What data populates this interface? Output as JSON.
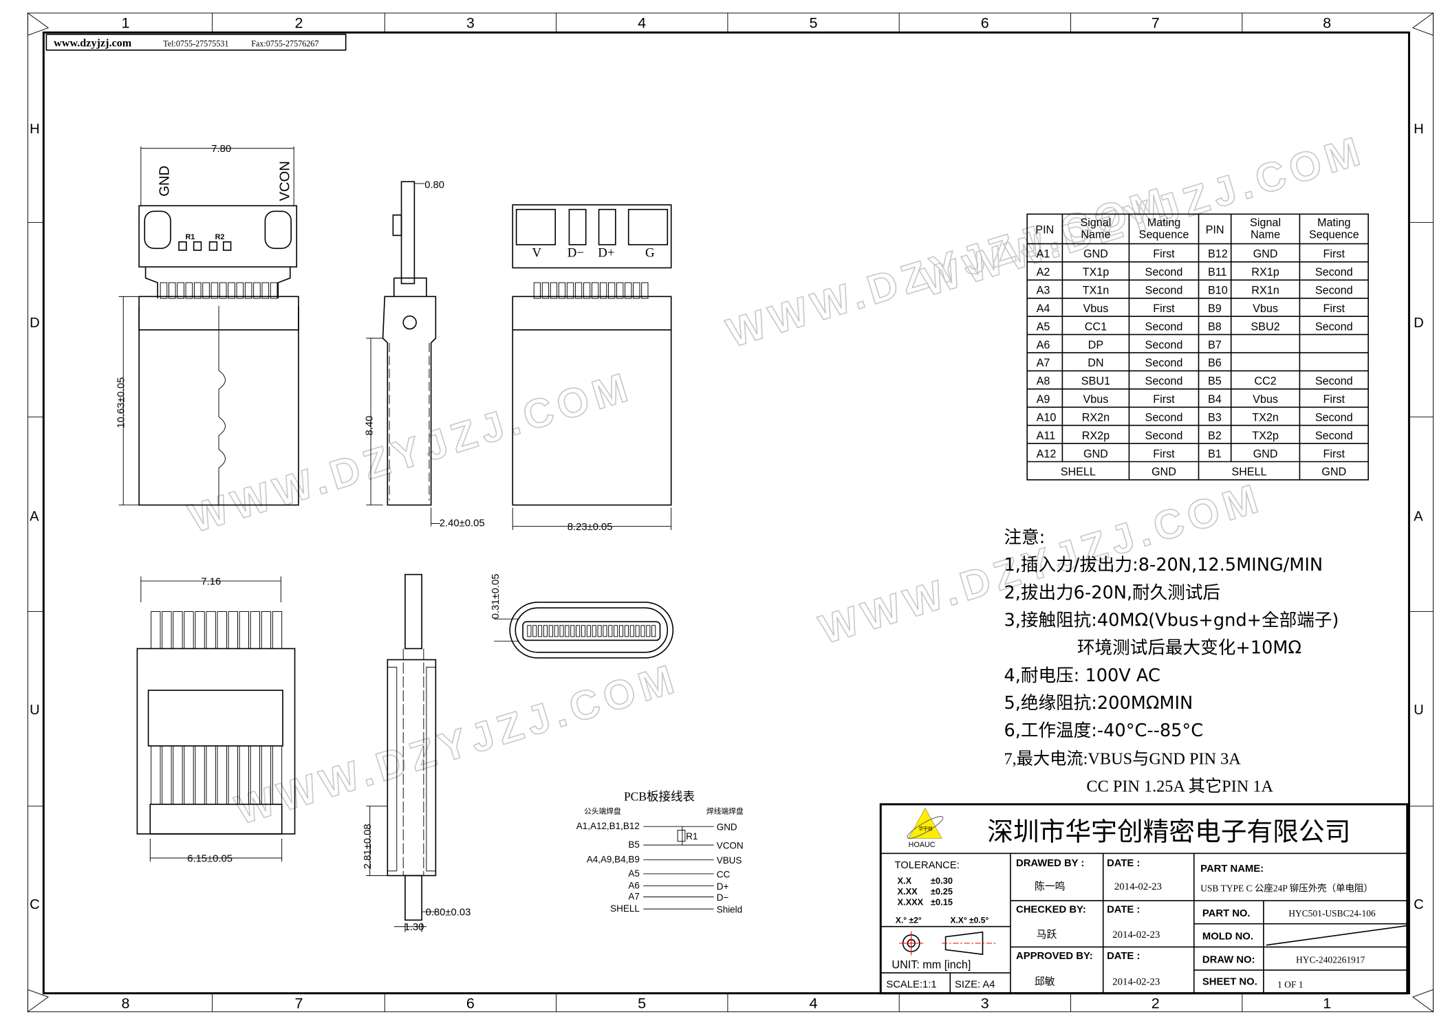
{
  "header": {
    "website": "www.dzyjzj.com",
    "tel": "Tel:0755-27575531",
    "fax": "Fax:0755-27576267"
  },
  "zones": {
    "top_columns": [
      "1",
      "2",
      "3",
      "4",
      "5",
      "6",
      "7",
      "8"
    ],
    "bottom_columns": [
      "8",
      "7",
      "6",
      "5",
      "4",
      "3",
      "2",
      "1"
    ],
    "rows": [
      "H",
      "D",
      "A",
      "U",
      "C"
    ]
  },
  "watermark": "WWW.DZYJZJ.COM",
  "views": {
    "top": {
      "width_dim": "7.80",
      "gnd": "GND",
      "vcon": "VCON",
      "r1": "R1",
      "r2": "R2",
      "height_dim": "10.63±0.05"
    },
    "side": {
      "thickness_dim": "0.80",
      "length_dim": "8.40",
      "width_dim": "2.40±0.05"
    },
    "front": {
      "pad_v": "V",
      "pad_dm": "D−",
      "pad_dp": "D+",
      "pad_g": "G",
      "width_dim": "8.23±0.05"
    },
    "bottom": {
      "width_dim": "7.16",
      "inner_dim": "6.15±0.05"
    },
    "section": {
      "height_dim": "2.81±0.08",
      "pin_dim": "0.80±0.03",
      "offset_dim": "1.30"
    },
    "receptacle": {
      "gap_dim": "0.31±0.05"
    }
  },
  "pin_table": {
    "headers": [
      "PIN",
      "Signal Name",
      "Mating Sequence",
      "PIN",
      "Signal Name",
      "Mating Sequence"
    ],
    "rows": [
      [
        "A1",
        "GND",
        "First",
        "B12",
        "GND",
        "First"
      ],
      [
        "A2",
        "TX1p",
        "Second",
        "B11",
        "RX1p",
        "Second"
      ],
      [
        "A3",
        "TX1n",
        "Second",
        "B10",
        "RX1n",
        "Second"
      ],
      [
        "A4",
        "Vbus",
        "First",
        "B9",
        "Vbus",
        "First"
      ],
      [
        "A5",
        "CC1",
        "Second",
        "B8",
        "SBU2",
        "Second"
      ],
      [
        "A6",
        "DP",
        "Second",
        "B7",
        "",
        ""
      ],
      [
        "A7",
        "DN",
        "Second",
        "B6",
        "",
        ""
      ],
      [
        "A8",
        "SBU1",
        "Second",
        "B5",
        "CC2",
        "Second"
      ],
      [
        "A9",
        "Vbus",
        "First",
        "B4",
        "Vbus",
        "First"
      ],
      [
        "A10",
        "RX2n",
        "Second",
        "B3",
        "TX2n",
        "Second"
      ],
      [
        "A11",
        "RX2p",
        "Second",
        "B2",
        "TX2p",
        "Second"
      ],
      [
        "A12",
        "GND",
        "First",
        "B1",
        "GND",
        "First"
      ]
    ],
    "shell_row": [
      "SHELL",
      "GND",
      "SHELL",
      "GND"
    ]
  },
  "notes": {
    "title": "注意:",
    "lines": [
      "1,插入力/拔出力:8-20N,12.5MING/MIN",
      "2,拔出力6-20N,耐久测试后",
      "3,接触阻抗:40MΩ(Vbus+gnd+全部端子)",
      "环境测试后最大变化+10MΩ",
      "4,耐电压:  100V  AC",
      "5,绝缘阻抗:200MΩMIN",
      "6,工作温度:-40°C--85°C",
      "7,最大电流:VBUS与GND PIN 3A",
      "CC PIN 1.25A 其它PIN 1A"
    ]
  },
  "pcb_wiring": {
    "title": "PCB板接线表",
    "left_header": "公头端焊盘",
    "right_header": "焊线端焊盘",
    "resistor": "R1",
    "rows": [
      {
        "from": "A1,A12,B1,B12",
        "to": "GND"
      },
      {
        "from": "B5",
        "to": "VCON"
      },
      {
        "from": "A4,A9,B4,B9",
        "to": "VBUS"
      },
      {
        "from": "A5",
        "to": "CC"
      },
      {
        "from": "A6",
        "to": "D+"
      },
      {
        "from": "A7",
        "to": "D−"
      },
      {
        "from": "SHELL",
        "to": "Shield"
      }
    ]
  },
  "title_block": {
    "company": "深圳市华宇创精密电子有限公司",
    "logo_text": "华宇创",
    "logo_brand": "HOAUC",
    "logo_color": "#ffee00",
    "tolerance_label": "TOLERANCE:",
    "tolerances": [
      [
        "X.X",
        "±0.30"
      ],
      [
        "X.XX",
        "±0.25"
      ],
      [
        "X.XXX",
        "±0.15"
      ]
    ],
    "angle_tol_1": "X.° ±2°",
    "angle_tol_2": "X.X° ±0.5°",
    "unit": "UNIT:  mm  [inch]",
    "scale": "SCALE:1:1",
    "size": "SIZE:  A4",
    "drawed_by_label": "DRAWED  BY :",
    "drawed_by": "陈一鸣",
    "checked_by_label": "CHECKED  BY:",
    "checked_by": "马跃",
    "approved_by_label": "APPROVED  BY:",
    "approved_by": "邱敏",
    "date_label": "DATE  :",
    "date_drawn": "2014-02-23",
    "date_checked": "2014-02-23",
    "date_approved": "2014-02-23",
    "part_name_label": "PART  NAME:",
    "part_name": "USB TYPE C 公座24P 铆压外壳（单电阻）",
    "part_no_label": "PART  NO.",
    "part_no": "HYC501-USBC24-106",
    "mold_no_label": "MOLD  NO.",
    "draw_no_label": "DRAW  NO:",
    "draw_no": "HYC-2402261917",
    "sheet_no_label": "SHEET  NO.",
    "sheet_no": "1  OF  1"
  }
}
